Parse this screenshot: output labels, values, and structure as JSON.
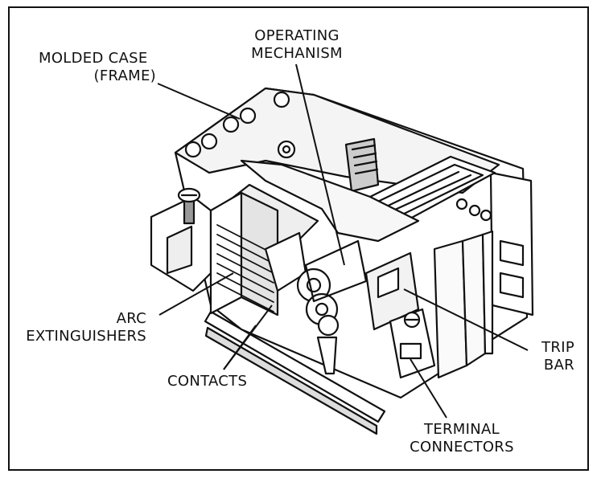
{
  "labels": {
    "molded_case": [
      "MOLDED CASE",
      "(FRAME)"
    ],
    "operating_mechanism": [
      "OPERATING",
      "MECHANISM"
    ],
    "arc_extinguishers": [
      "ARC",
      "EXTINGUISHERS"
    ],
    "contacts": "CONTACTS",
    "trip_bar": [
      "TRIP",
      "BAR"
    ],
    "terminal_connectors": [
      "TERMINAL",
      "CONNECTORS"
    ]
  },
  "colors": {
    "ink": "#111111",
    "paper": "#ffffff"
  }
}
